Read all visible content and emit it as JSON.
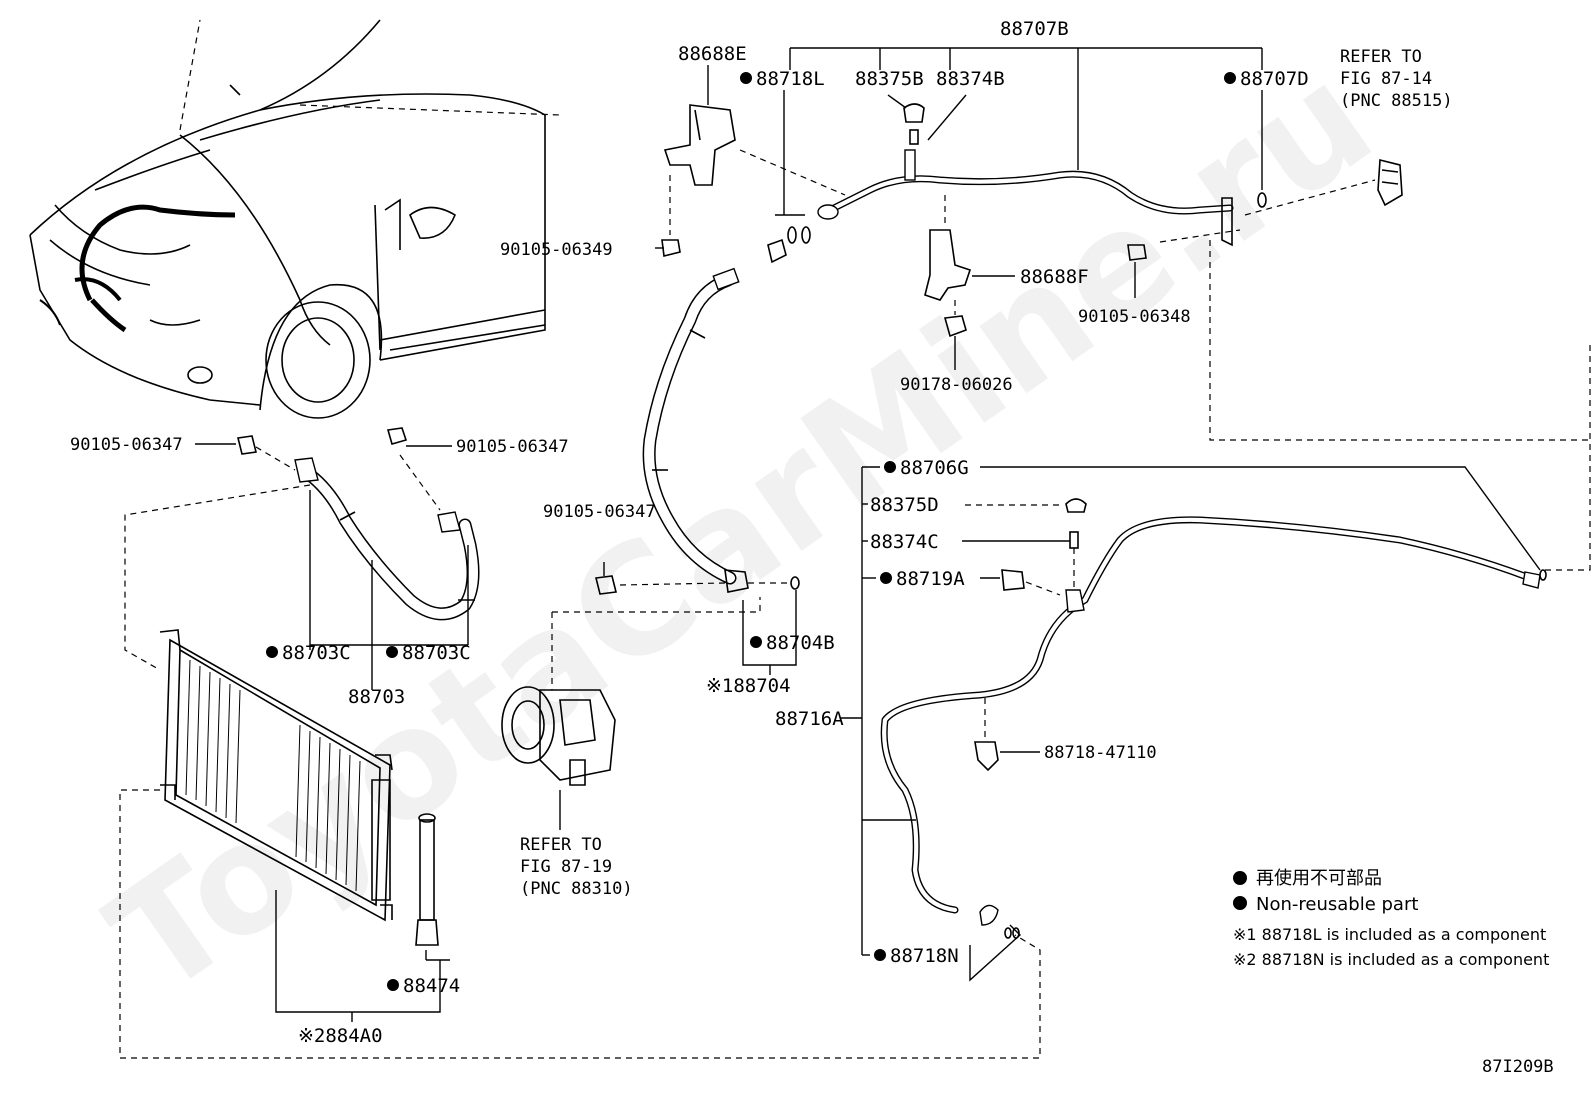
{
  "diagram": {
    "watermark": "ToyotaCarMine.ru",
    "figure_code": "87I209B",
    "labels": {
      "p88707B": "88707B",
      "p88688E": "88688E",
      "p88718L": "88718L",
      "p88375B": "88375B",
      "p88374B": "88374B",
      "p88707D": "88707D",
      "ref1_line1": "REFER TO",
      "ref1_line2": "FIG 87-14",
      "ref1_line3": "(PNC 88515)",
      "b9010506349": "90105-06349",
      "p88688F": "88688F",
      "b9010506348": "90105-06348",
      "b9017806026": "90178-06026",
      "b9010506347_a": "90105-06347",
      "b9010506347_b": "90105-06347",
      "b9010506347_c": "90105-06347",
      "p88706G": "88706G",
      "p88375D": "88375D",
      "p88374C": "88374C",
      "p88719A": "88719A",
      "p88703C_a": "88703C",
      "p88703C_b": "88703C",
      "p88703": "88703",
      "p88704B": "88704B",
      "p88704": "※188704",
      "p88716A": "88716A",
      "p8871847110": "88718-47110",
      "ref2_line1": "REFER TO",
      "ref2_line2": "FIG 87-19",
      "ref2_line3": "(PNC 88310)",
      "p88474": "88474",
      "p884A0": "※2884A0",
      "p88718N": "88718N"
    },
    "legend": {
      "jp": "再使用不可部品",
      "en": "Non-reusable part",
      "note1": "※1 88718L is included as a component",
      "note2": "※2 88718N is included as a component"
    }
  }
}
